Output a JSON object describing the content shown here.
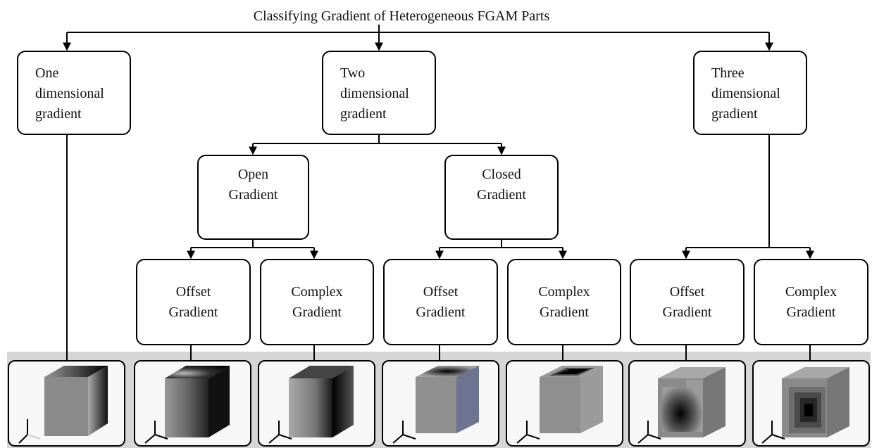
{
  "title": "Classifying Gradient of Heterogeneous FGAM Parts",
  "levels": {
    "one_dimensional": [
      "One",
      "dimensional",
      "gradient"
    ],
    "two_dimensional": [
      "Two",
      "dimensional",
      "gradient"
    ],
    "three_dimensional": [
      "Three",
      "dimensional",
      "gradient"
    ]
  },
  "two_dimensional_types": {
    "open": [
      "Open",
      "Gradient"
    ],
    "closed": [
      "Closed",
      "Gradient"
    ]
  },
  "leaf_types": {
    "offset": [
      "Offset",
      "Gradient"
    ],
    "complex": [
      "Complex",
      "Gradient"
    ]
  },
  "colors": {
    "line": "#000000",
    "band": "#d6d6d6",
    "cube_face": "#8f8f8f",
    "cube_dark": "#111111"
  },
  "thumbnails": [
    {
      "name": "one-dimensional-cube-icon"
    },
    {
      "name": "open-offset-cube-icon"
    },
    {
      "name": "open-complex-cube-icon"
    },
    {
      "name": "closed-offset-cube-icon"
    },
    {
      "name": "closed-complex-cube-icon"
    },
    {
      "name": "three-dim-offset-cube-icon"
    },
    {
      "name": "three-dim-complex-cube-icon"
    }
  ]
}
